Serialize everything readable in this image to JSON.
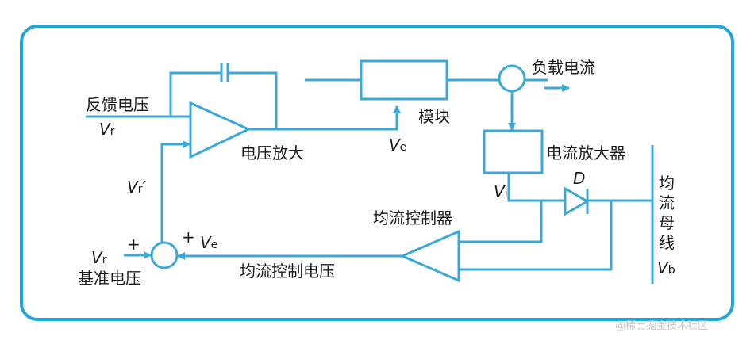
{
  "labels": {
    "feedback_voltage": "反馈电压",
    "voltage_amp": "电压放大",
    "module": "模块",
    "load_current": "负载电流",
    "current_amp": "电流放大器",
    "sharing_bus": [
      "均",
      "流",
      "母",
      "线"
    ],
    "sharing_controller": "均流控制器",
    "sharing_control_voltage": "均流控制电压",
    "reference_voltage": "基准电压",
    "plus_left": "+",
    "plus_right": "+"
  },
  "variables": {
    "vr_feedback": {
      "main": "V",
      "sub": "r"
    },
    "ve_amp_out": {
      "main": "V",
      "sub": "e"
    },
    "vr_prime": {
      "main": "V",
      "sub": "r",
      "suffix": "′"
    },
    "vr_ref": {
      "main": "V",
      "sub": "r"
    },
    "ve_sum": {
      "main": "V",
      "sub": "e"
    },
    "vi": {
      "main": "V",
      "sub": "i"
    },
    "diode": "D",
    "vb": {
      "main": "V",
      "sub": "b"
    }
  },
  "watermark": "@稀土掘金技术社区",
  "colors": {
    "line": "#3aa8d8",
    "frame": "#22a5dc",
    "text": "#1a1a1a"
  }
}
